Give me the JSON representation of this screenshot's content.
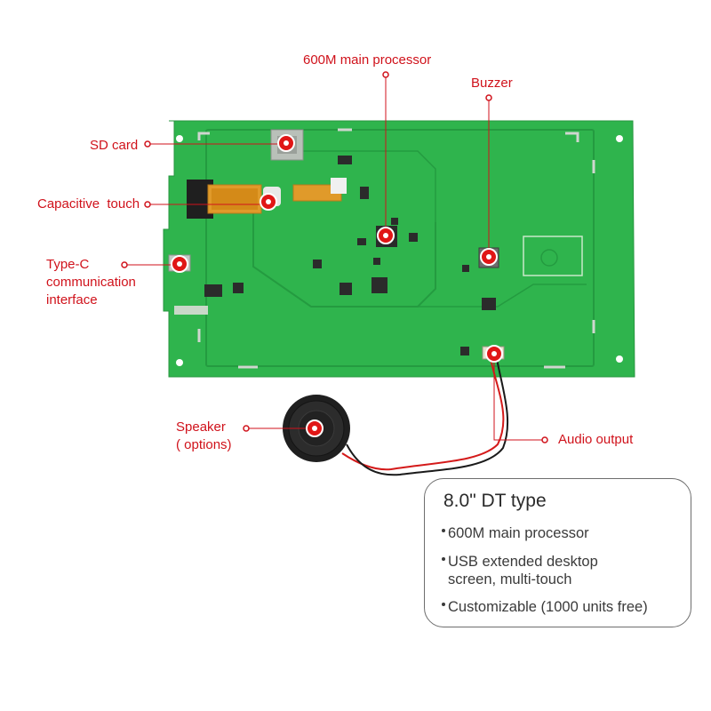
{
  "callouts": {
    "processor": "600M main processor",
    "buzzer": "Buzzer",
    "sd_card": "SD card",
    "capacitive_touch": "Capacitive  touch",
    "type_c": [
      "Type-C",
      "communication",
      "interface"
    ],
    "speaker": [
      "Speaker",
      "( options)"
    ],
    "audio_output": "Audio output"
  },
  "info": {
    "title": "8.0\" DT type",
    "items": [
      [
        "600M main processor"
      ],
      [
        "USB extended desktop",
        "screen, multi-touch"
      ],
      [
        "Customizable (1000 units free)"
      ]
    ]
  },
  "colors": {
    "callout": "#d0121b",
    "pcb": "#2bb04b",
    "cable_red": "#d41a1a"
  }
}
